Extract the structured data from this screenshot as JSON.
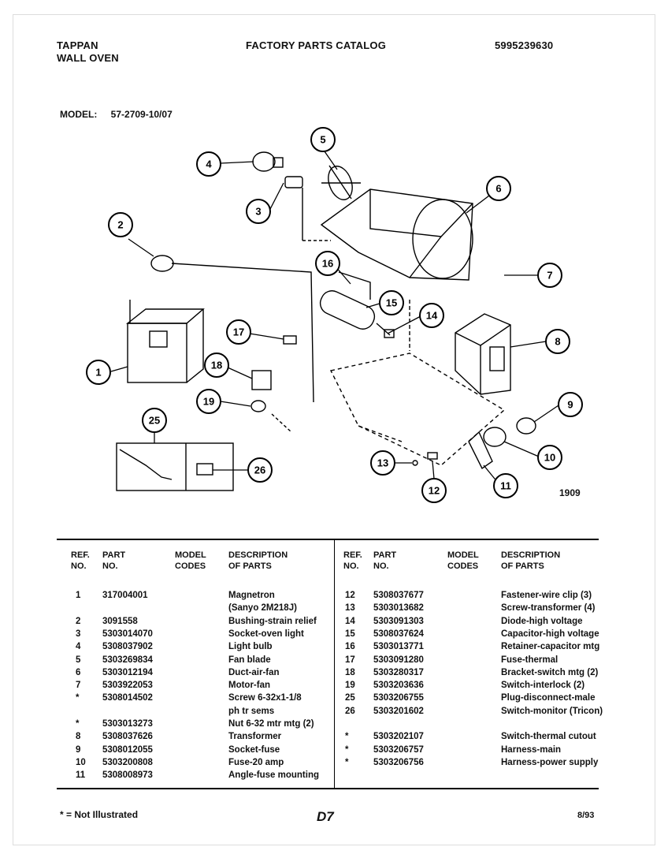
{
  "header": {
    "brand_line1": "TAPPAN",
    "brand_line2": "WALL OVEN",
    "catalog_title": "FACTORY PARTS CATALOG",
    "catalog_number": "5995239630"
  },
  "model": {
    "label": "MODEL:",
    "value": "57-2709-10/07"
  },
  "diagram": {
    "figure_number": "1909",
    "callouts": [
      "1",
      "2",
      "3",
      "4",
      "5",
      "6",
      "7",
      "8",
      "9",
      "10",
      "11",
      "12",
      "13",
      "14",
      "15",
      "16",
      "17",
      "18",
      "19",
      "25",
      "26"
    ]
  },
  "table": {
    "headers": {
      "ref_no": [
        "REF.",
        "NO."
      ],
      "part_no": [
        "PART",
        "NO."
      ],
      "model_codes": [
        "MODEL",
        "CODES"
      ],
      "description": [
        "DESCRIPTION",
        "OF PARTS"
      ]
    },
    "left_rows": [
      {
        "ref": "1",
        "part": "317004001",
        "desc": "Magnetron"
      },
      {
        "ref": "",
        "part": "",
        "desc": "(Sanyo 2M218J)"
      },
      {
        "ref": "2",
        "part": "3091558",
        "desc": "Bushing-strain relief"
      },
      {
        "ref": "3",
        "part": "5303014070",
        "desc": "Socket-oven light"
      },
      {
        "ref": "4",
        "part": "5308037902",
        "desc": "Light bulb"
      },
      {
        "ref": "5",
        "part": "5303269834",
        "desc": "Fan blade"
      },
      {
        "ref": "6",
        "part": "5303012194",
        "desc": "Duct-air-fan"
      },
      {
        "ref": "7",
        "part": "5303922053",
        "desc": "Motor-fan"
      },
      {
        "ref": "*",
        "part": "5308014502",
        "desc": "Screw 6-32x1-1/8"
      },
      {
        "ref": "",
        "part": "",
        "desc": "ph tr sems"
      },
      {
        "ref": "*",
        "part": "5303013273",
        "desc": "Nut 6-32 mtr mtg (2)"
      },
      {
        "ref": "8",
        "part": "5308037626",
        "desc": "Transformer"
      },
      {
        "ref": "9",
        "part": "5308012055",
        "desc": "Socket-fuse"
      },
      {
        "ref": "10",
        "part": "5303200808",
        "desc": "Fuse-20 amp"
      },
      {
        "ref": "11",
        "part": "5308008973",
        "desc": "Angle-fuse mounting"
      }
    ],
    "right_rows": [
      {
        "ref": "12",
        "part": "5308037677",
        "desc": "Fastener-wire clip (3)"
      },
      {
        "ref": "13",
        "part": "5303013682",
        "desc": "Screw-transformer (4)"
      },
      {
        "ref": "14",
        "part": "5303091303",
        "desc": "Diode-high voltage"
      },
      {
        "ref": "15",
        "part": "5308037624",
        "desc": "Capacitor-high voltage"
      },
      {
        "ref": "16",
        "part": "5303013771",
        "desc": "Retainer-capacitor mtg"
      },
      {
        "ref": "17",
        "part": "5303091280",
        "desc": "Fuse-thermal"
      },
      {
        "ref": "18",
        "part": "5303280317",
        "desc": "Bracket-switch mtg (2)"
      },
      {
        "ref": "19",
        "part": "5303203636",
        "desc": "Switch-interlock (2)"
      },
      {
        "ref": "25",
        "part": "5303206755",
        "desc": "Plug-disconnect-male"
      },
      {
        "ref": "26",
        "part": "5303201602",
        "desc": "Switch-monitor (Tricon)"
      },
      {
        "ref": "",
        "part": "",
        "desc": ""
      },
      {
        "ref": "*",
        "part": "5303202107",
        "desc": "Switch-thermal cutout"
      },
      {
        "ref": "*",
        "part": "5303206757",
        "desc": "Harness-main"
      },
      {
        "ref": "*",
        "part": "5303206756",
        "desc": "Harness-power supply"
      }
    ]
  },
  "footer": {
    "note": "* = Not Illustrated",
    "page": "D7",
    "date": "8/93"
  }
}
